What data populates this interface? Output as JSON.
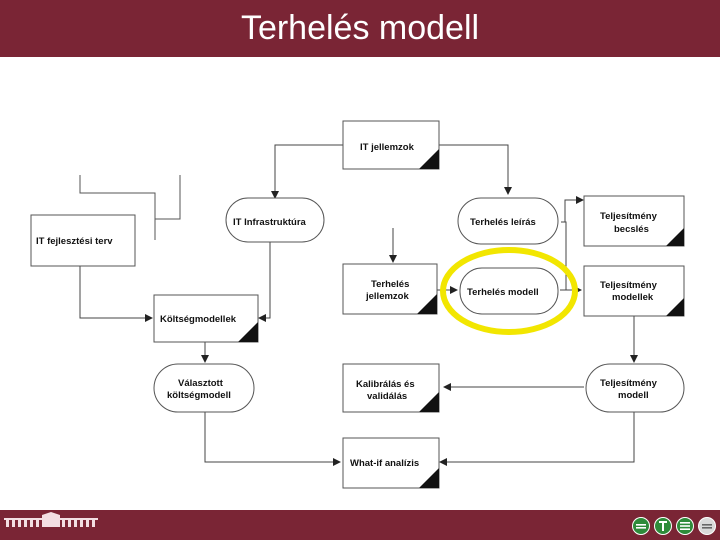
{
  "title": "Terhelés modell",
  "diagram": {
    "nodes": {
      "it_jellemzok": "IT jellemzok",
      "it_fejlesztesi_terv": "IT fejlesztési terv",
      "it_infrastruktura": "IT Infrastruktúra",
      "terheles_leiras": "Terhelés leírás",
      "teljesitmeny_becsles_1": "Teljesítmény",
      "teljesitmeny_becsles_2": "becslés",
      "terheles_jellemzok_1": "Terhelés",
      "terheles_jellemzok_2": "jellemzok",
      "terheles_modell": "Terhelés modell",
      "teljesitmeny_modellek_1": "Teljesítmény",
      "teljesitmeny_modellek_2": "modellek",
      "koltsegmodellek": "Költségmodellek",
      "valasztott_1": "Választott",
      "valasztott_2": "költségmodell",
      "kalibralas_1": "Kalibrálás és",
      "kalibralas_2": "validálás",
      "teljesitmeny_modell_1": "Teljesítmény",
      "teljesitmeny_modell_2": "modell",
      "what_if": "What-if analízis"
    },
    "highlight_color": "#f2e600"
  },
  "colors": {
    "brand": "#7a2535",
    "title_text": "#ffffff"
  },
  "footer": {
    "logo_icon": "university-building-logo",
    "nav_icons": [
      "back-icon",
      "home-icon",
      "list-icon",
      "forward-icon"
    ]
  }
}
